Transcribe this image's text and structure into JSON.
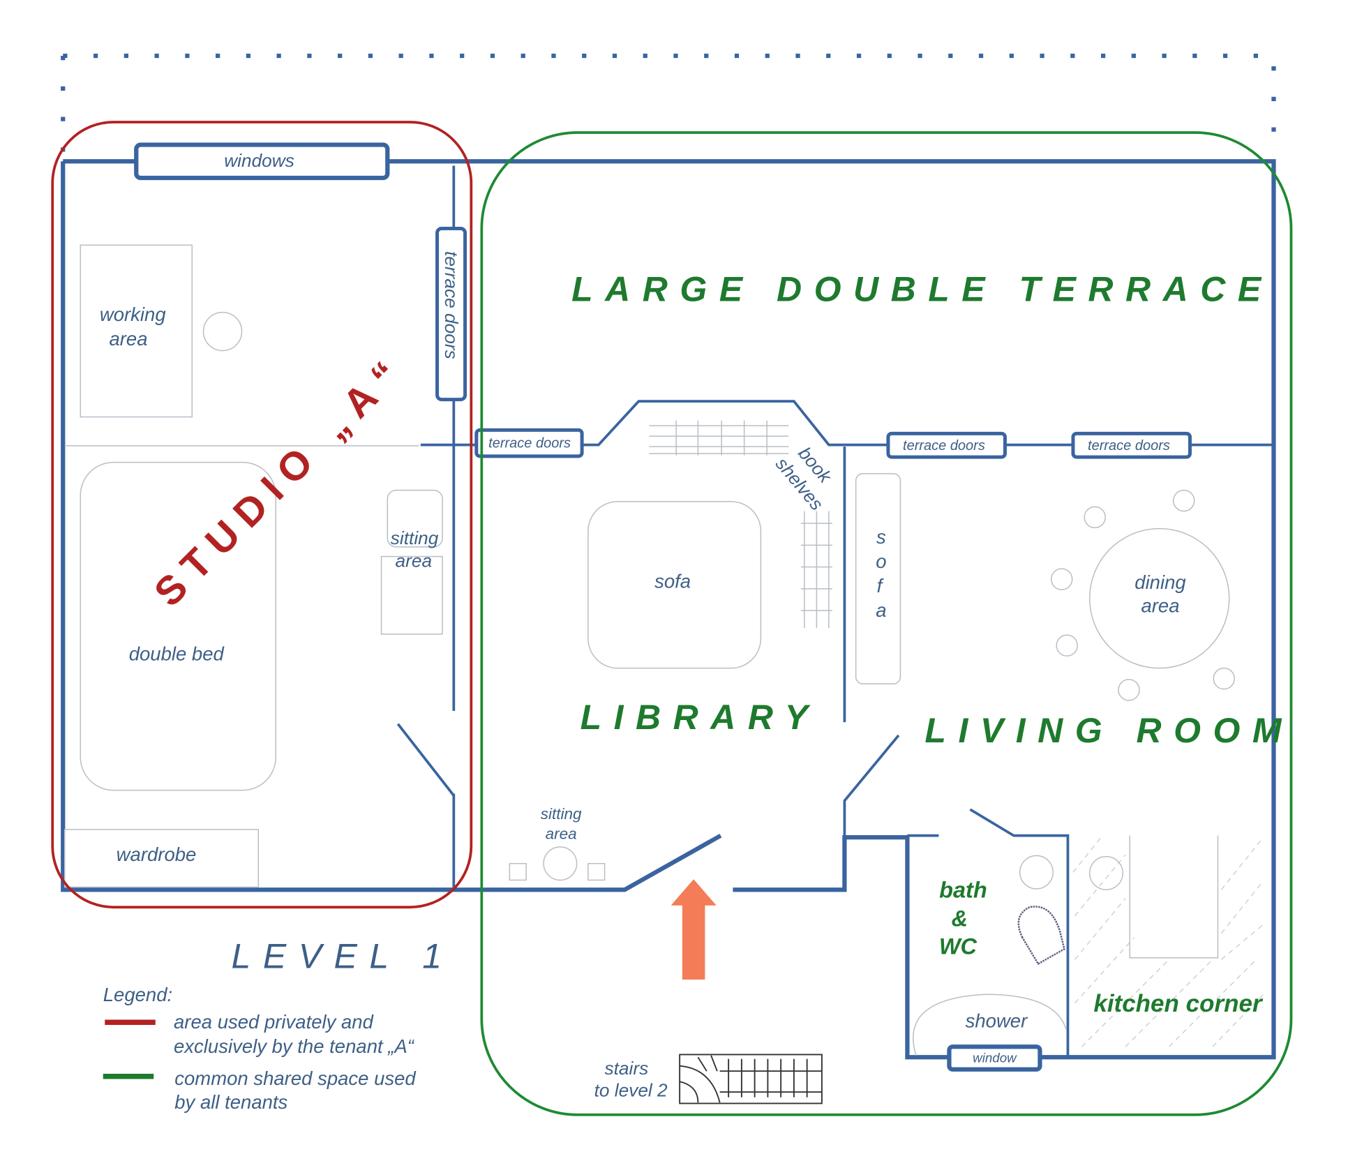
{
  "colors": {
    "wall": "#3a64a0",
    "private": "#b22222",
    "common": "#1e8a34",
    "entry_arrow": "#f47c56"
  },
  "studio": {
    "title": "STUDIO „A“",
    "windows": "windows",
    "terrace_doors": "terrace doors",
    "working_area": [
      "working",
      "area"
    ],
    "sitting_area": [
      "sitting",
      "area"
    ],
    "double_bed": "double bed",
    "wardrobe": "wardrobe"
  },
  "terrace": {
    "title": "LARGE DOUBLE TERRACE",
    "door_1": "terrace doors",
    "door_2": "terrace doors",
    "door_3": "terrace doors"
  },
  "library": {
    "title": "LIBRARY",
    "sofa": "sofa",
    "book_shelves": [
      "book",
      "shelves"
    ],
    "sitting_area": [
      "sitting",
      "area"
    ]
  },
  "living_room": {
    "title": "LIVING ROOM",
    "sofa_letters": [
      "s",
      "o",
      "f",
      "a"
    ],
    "dining_area": [
      "dining",
      "area"
    ],
    "kitchen": "kitchen corner"
  },
  "bath": {
    "title": [
      "bath",
      "&",
      "WC"
    ],
    "shower": "shower",
    "window": "window"
  },
  "stairs": [
    "stairs",
    "to level 2"
  ],
  "level": "LEVEL 1",
  "legend": {
    "title": "Legend:",
    "private": [
      "area used privately and",
      "exclusively by the tenant „A“"
    ],
    "common": [
      "common shared space used",
      "by all tenants"
    ]
  }
}
